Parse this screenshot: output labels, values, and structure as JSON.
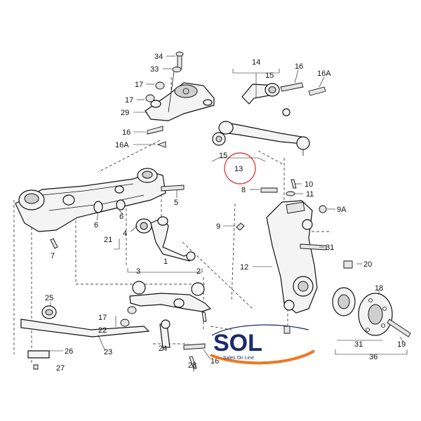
{
  "callouts": [
    {
      "id": "c34",
      "text": "34"
    },
    {
      "id": "c33",
      "text": "33"
    },
    {
      "id": "c17a",
      "text": "17"
    },
    {
      "id": "c17b",
      "text": "17"
    },
    {
      "id": "c29",
      "text": "29"
    },
    {
      "id": "c16a",
      "text": "16"
    },
    {
      "id": "c16A1",
      "text": "16A"
    },
    {
      "id": "c14",
      "text": "14"
    },
    {
      "id": "c15a",
      "text": "15"
    },
    {
      "id": "c16b",
      "text": "16"
    },
    {
      "id": "c16A2",
      "text": "16A"
    },
    {
      "id": "c15b",
      "text": "15"
    },
    {
      "id": "c13",
      "text": "13"
    },
    {
      "id": "c10",
      "text": "10"
    },
    {
      "id": "c8",
      "text": "8"
    },
    {
      "id": "c11",
      "text": "11"
    },
    {
      "id": "c5",
      "text": "5"
    },
    {
      "id": "c6a",
      "text": "6"
    },
    {
      "id": "c6b",
      "text": "6"
    },
    {
      "id": "c4",
      "text": "4"
    },
    {
      "id": "c21",
      "text": "21"
    },
    {
      "id": "c7",
      "text": "7"
    },
    {
      "id": "c9A",
      "text": "9A"
    },
    {
      "id": "c9",
      "text": "9"
    },
    {
      "id": "c31a",
      "text": "31"
    },
    {
      "id": "c12",
      "text": "12"
    },
    {
      "id": "c20",
      "text": "20"
    },
    {
      "id": "c1",
      "text": "1"
    },
    {
      "id": "c3",
      "text": "3"
    },
    {
      "id": "c2",
      "text": "2"
    },
    {
      "id": "c18",
      "text": "18"
    },
    {
      "id": "c25",
      "text": "25"
    },
    {
      "id": "c17c",
      "text": "17"
    },
    {
      "id": "c22",
      "text": "22"
    },
    {
      "id": "c24",
      "text": "24"
    },
    {
      "id": "c26",
      "text": "26"
    },
    {
      "id": "c23",
      "text": "23"
    },
    {
      "id": "c16c",
      "text": "16"
    },
    {
      "id": "c28",
      "text": "28"
    },
    {
      "id": "c31b",
      "text": "31"
    },
    {
      "id": "c19",
      "text": "19"
    },
    {
      "id": "c36",
      "text": "36"
    },
    {
      "id": "c27",
      "text": "27"
    }
  ],
  "watermark": {
    "logo_text": "SOL",
    "tagline": "Sales On Line",
    "colors": {
      "navy": "#1b2a6b",
      "orange": "#f0781e"
    }
  },
  "highlight_color": "#d9484c"
}
